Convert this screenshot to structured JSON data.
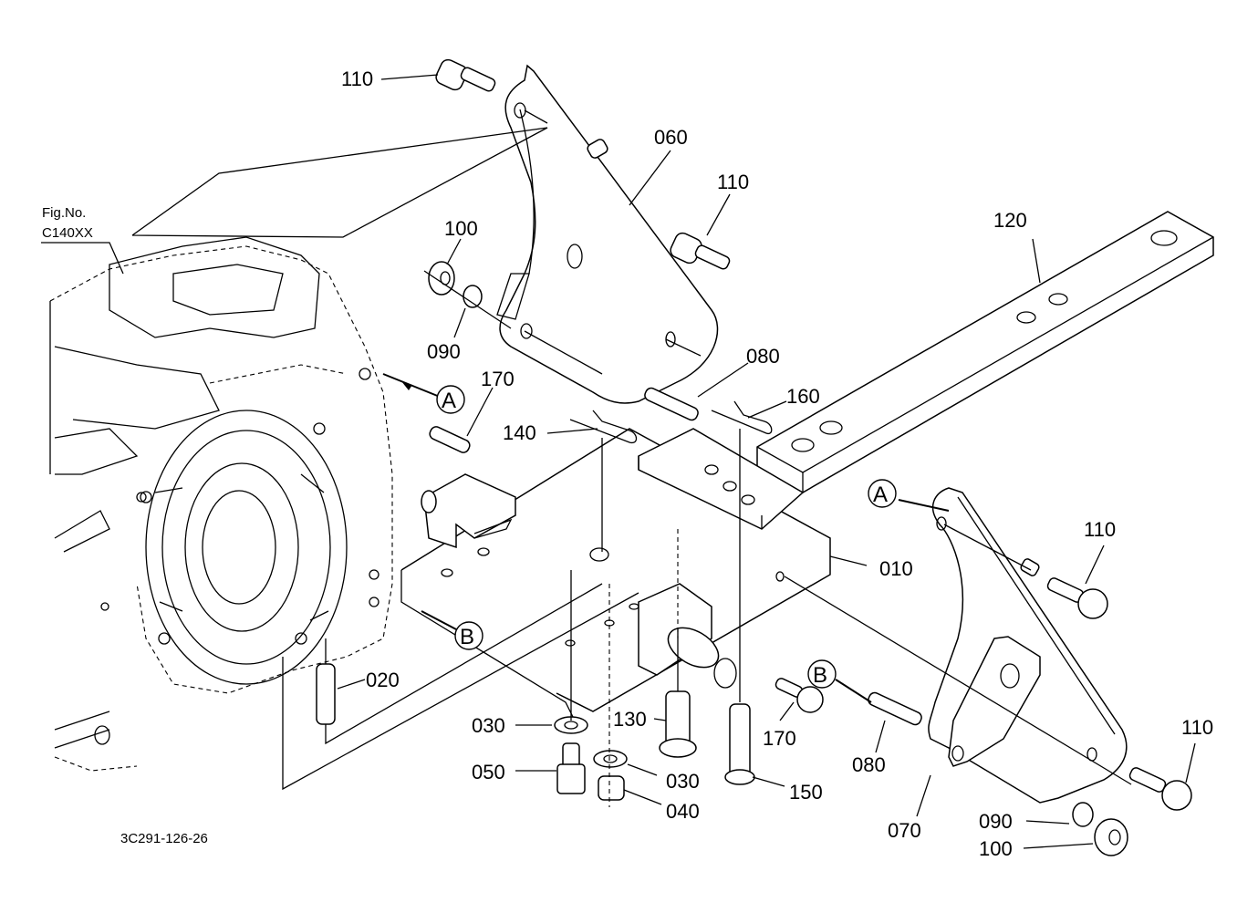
{
  "diagram": {
    "type": "exploded-parts-view",
    "figure_ref": {
      "title": "Fig.No.",
      "code": "C140XX"
    },
    "drawing_number": "3C291-126-26",
    "reference_markers": [
      "A",
      "B"
    ],
    "callouts": [
      {
        "id": "c1",
        "part": "110"
      },
      {
        "id": "c2",
        "part": "060"
      },
      {
        "id": "c3",
        "part": "110"
      },
      {
        "id": "c4",
        "part": "100"
      },
      {
        "id": "c5",
        "part": "090"
      },
      {
        "id": "c6",
        "part": "120"
      },
      {
        "id": "c7",
        "part": "080"
      },
      {
        "id": "c8",
        "part": "170"
      },
      {
        "id": "c9",
        "part": "160"
      },
      {
        "id": "c10",
        "part": "140"
      },
      {
        "id": "c11",
        "part": "010"
      },
      {
        "id": "c12",
        "part": "110"
      },
      {
        "id": "c13",
        "part": "020"
      },
      {
        "id": "c14",
        "part": "030"
      },
      {
        "id": "c15",
        "part": "130"
      },
      {
        "id": "c16",
        "part": "170"
      },
      {
        "id": "c17",
        "part": "080"
      },
      {
        "id": "c18",
        "part": "110"
      },
      {
        "id": "c19",
        "part": "050"
      },
      {
        "id": "c20",
        "part": "030"
      },
      {
        "id": "c21",
        "part": "150"
      },
      {
        "id": "c22",
        "part": "040"
      },
      {
        "id": "c23",
        "part": "070"
      },
      {
        "id": "c24",
        "part": "090"
      },
      {
        "id": "c25",
        "part": "100"
      }
    ]
  }
}
